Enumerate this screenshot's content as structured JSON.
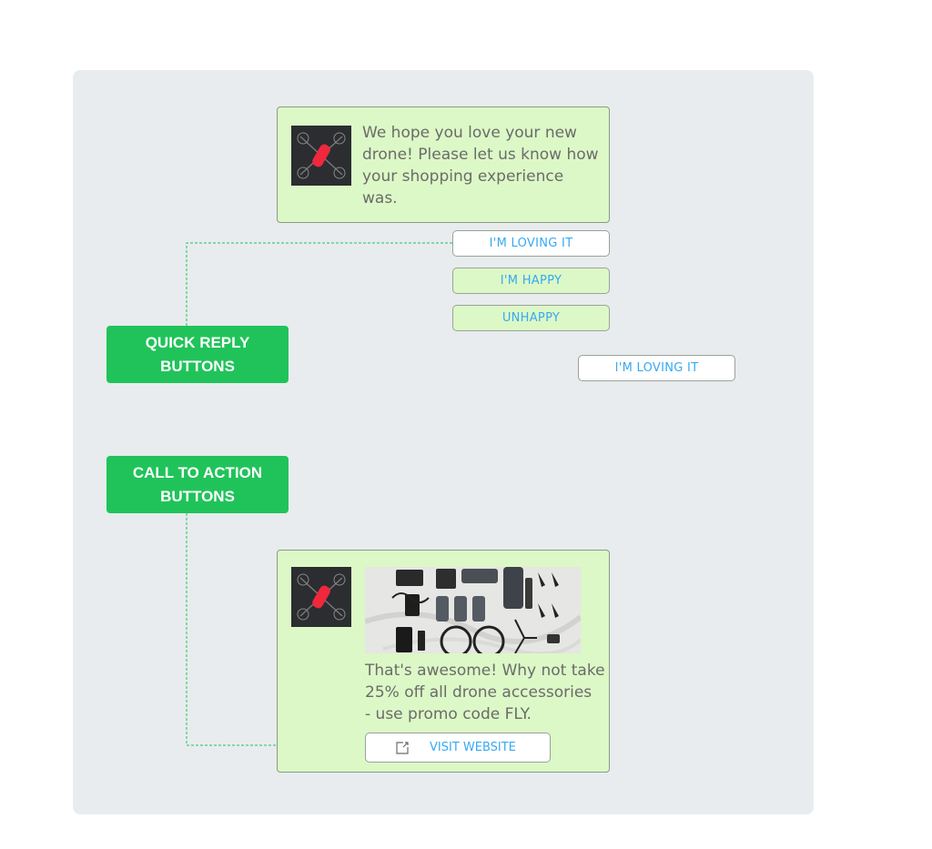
{
  "colors": {
    "canvas": "#e8ecee",
    "bubble": "#dcf8c6",
    "tag": "#20c35a",
    "button_text": "#36a9f3",
    "message_text": "#6b6b6b"
  },
  "message_1": {
    "avatar": "drone-thumbnail",
    "text": "We hope you love your new\ndrone! Please let us know how\nyour shopping experience\nwas."
  },
  "quick_replies": [
    {
      "label": "I'M LOVING IT"
    },
    {
      "label": "I'M HAPPY"
    },
    {
      "label": "UNHAPPY"
    }
  ],
  "user_reply": {
    "label": "I'M LOVING IT"
  },
  "message_2": {
    "avatar": "drone-thumbnail",
    "image": "drone-accessories-photo",
    "text": "That's awesome! Why not take\n25% off all drone accessories\n- use promo code FLY.",
    "cta": {
      "label": "VISIT WEBSITE",
      "icon": "external-link-icon"
    }
  },
  "tags": {
    "quick_reply": "QUICK REPLY\nBUTTONS",
    "call_to_action": "CALL TO ACTION\nBUTTONS"
  }
}
